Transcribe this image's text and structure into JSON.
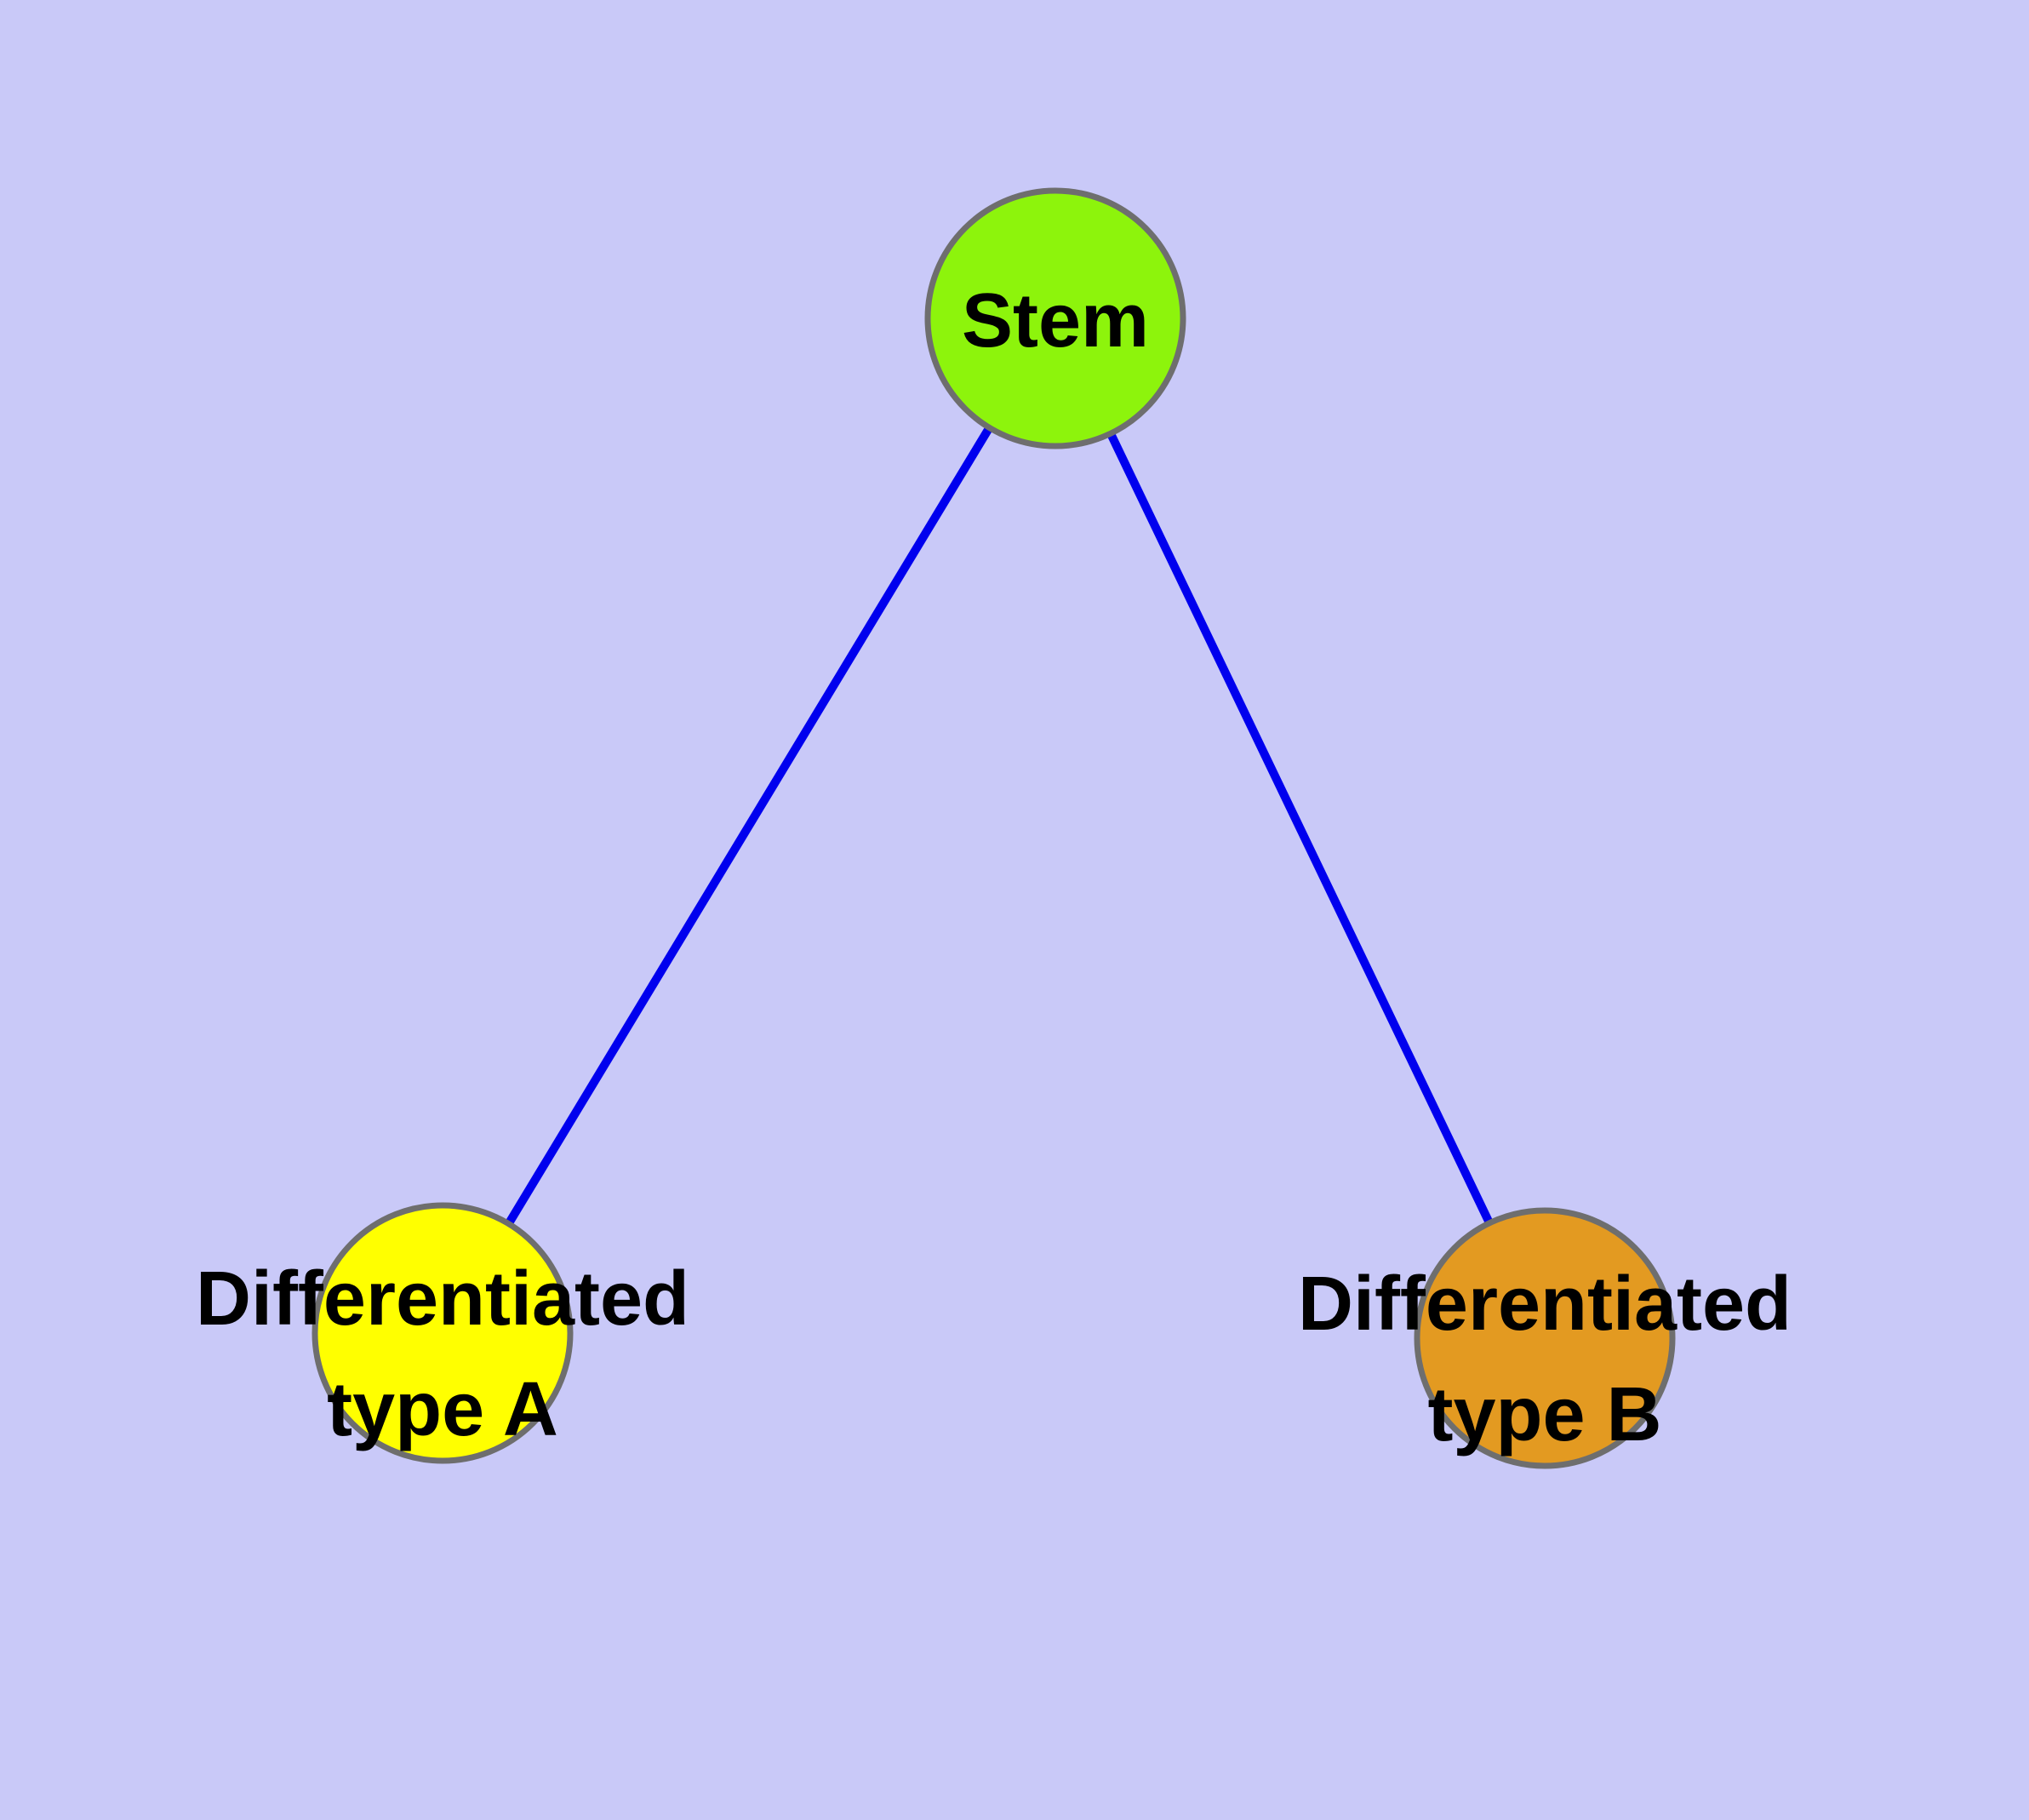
{
  "diagram": {
    "type": "node-link-graph",
    "background_color": "#C9C9F8",
    "edge_color": "#0000EE",
    "node_border_color": "#6E6E6E",
    "label_color": "#000000",
    "nodes": [
      {
        "id": "stem",
        "label": "Stem",
        "label_lines": [
          "Stem"
        ],
        "fill": "#8DF40C"
      },
      {
        "id": "differentiated-type-a",
        "label": "Differentiated type A",
        "label_lines": [
          "Differentiated",
          "type A"
        ],
        "fill": "#FFFF00"
      },
      {
        "id": "differentiated-type-b",
        "label": "Differentiated type B",
        "label_lines": [
          "Differentiated",
          "type B"
        ],
        "fill": "#E39A21"
      }
    ],
    "edges": [
      {
        "from": "Stem",
        "to": "Differentiated type A"
      },
      {
        "from": "Stem",
        "to": "Differentiated type B"
      }
    ]
  }
}
